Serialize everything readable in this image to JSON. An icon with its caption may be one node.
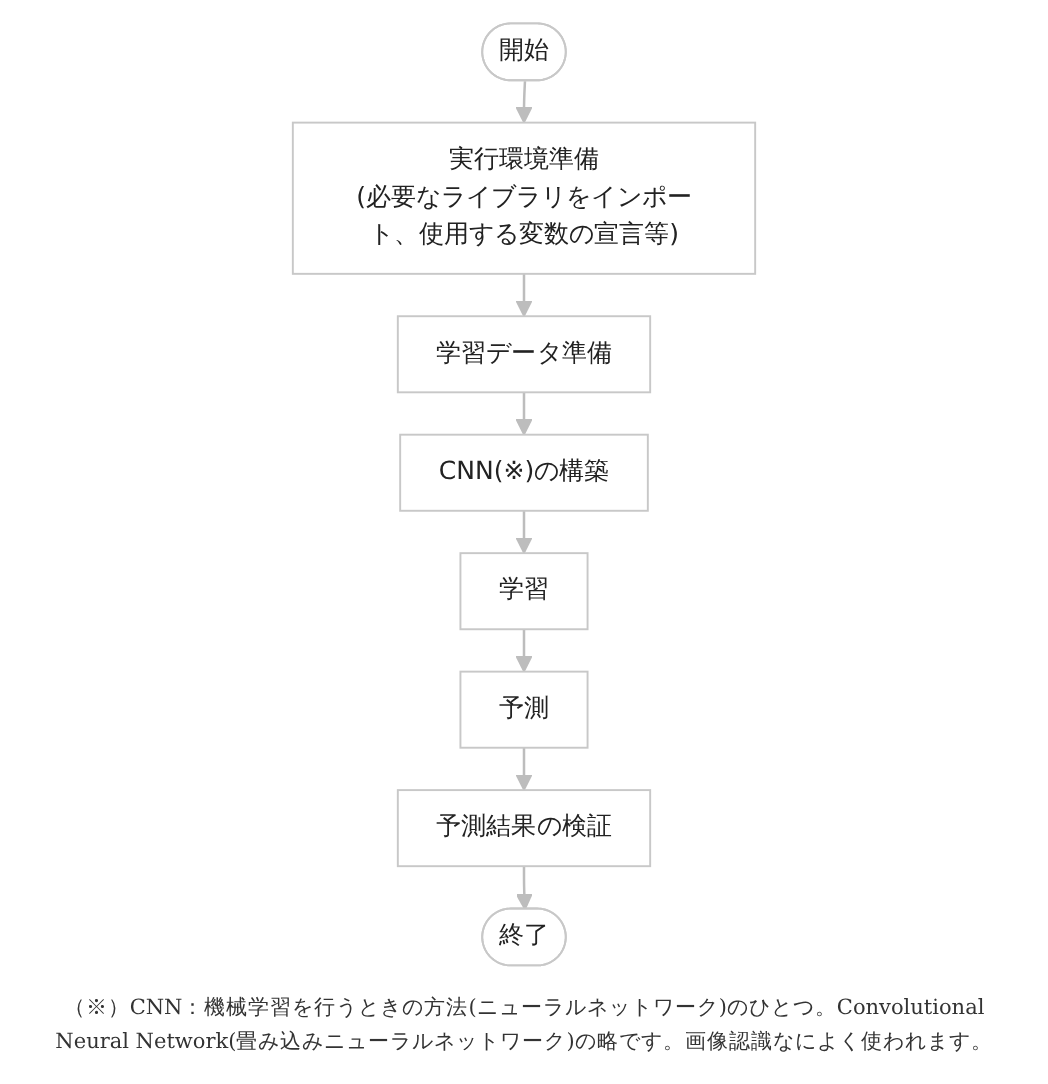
{
  "diagram": {
    "caption": "（※）CNN：機械学習を行うときの方法(ニューラルネットワーク)のひとつ。Convolutional Neural Network(畳み込みニューラルネットワーク)の略です。画像認識なによく使われます。",
    "nodes": [
      {
        "text": [
          "開始"
        ]
      },
      {
        "text": [
          "実行環境準備",
          "(必要なライブラリをインポート、使用する変数の宣言等)"
        ]
      },
      {
        "text": [
          "学習データ準備"
        ]
      },
      {
        "text": [
          "CNN(※)の構築"
        ]
      },
      {
        "text": [
          "学習"
        ]
      },
      {
        "text": [
          "予測"
        ]
      },
      {
        "text": [
          "予測結果の検証"
        ]
      },
      {
        "text": [
          "終了"
        ]
      }
    ],
    "edges": [
      {
        "from": 0,
        "to": 1,
        "arrow": "to"
      },
      {
        "from": 1,
        "to": 2,
        "arrow": "to"
      },
      {
        "from": 2,
        "to": 3,
        "arrow": "to"
      },
      {
        "from": 3,
        "to": 4,
        "arrow": "to"
      },
      {
        "from": 4,
        "to": 5,
        "arrow": "to"
      },
      {
        "from": 5,
        "to": 6,
        "arrow": "to"
      },
      {
        "from": 6,
        "to": 7,
        "arrow": "to"
      }
    ]
  }
}
